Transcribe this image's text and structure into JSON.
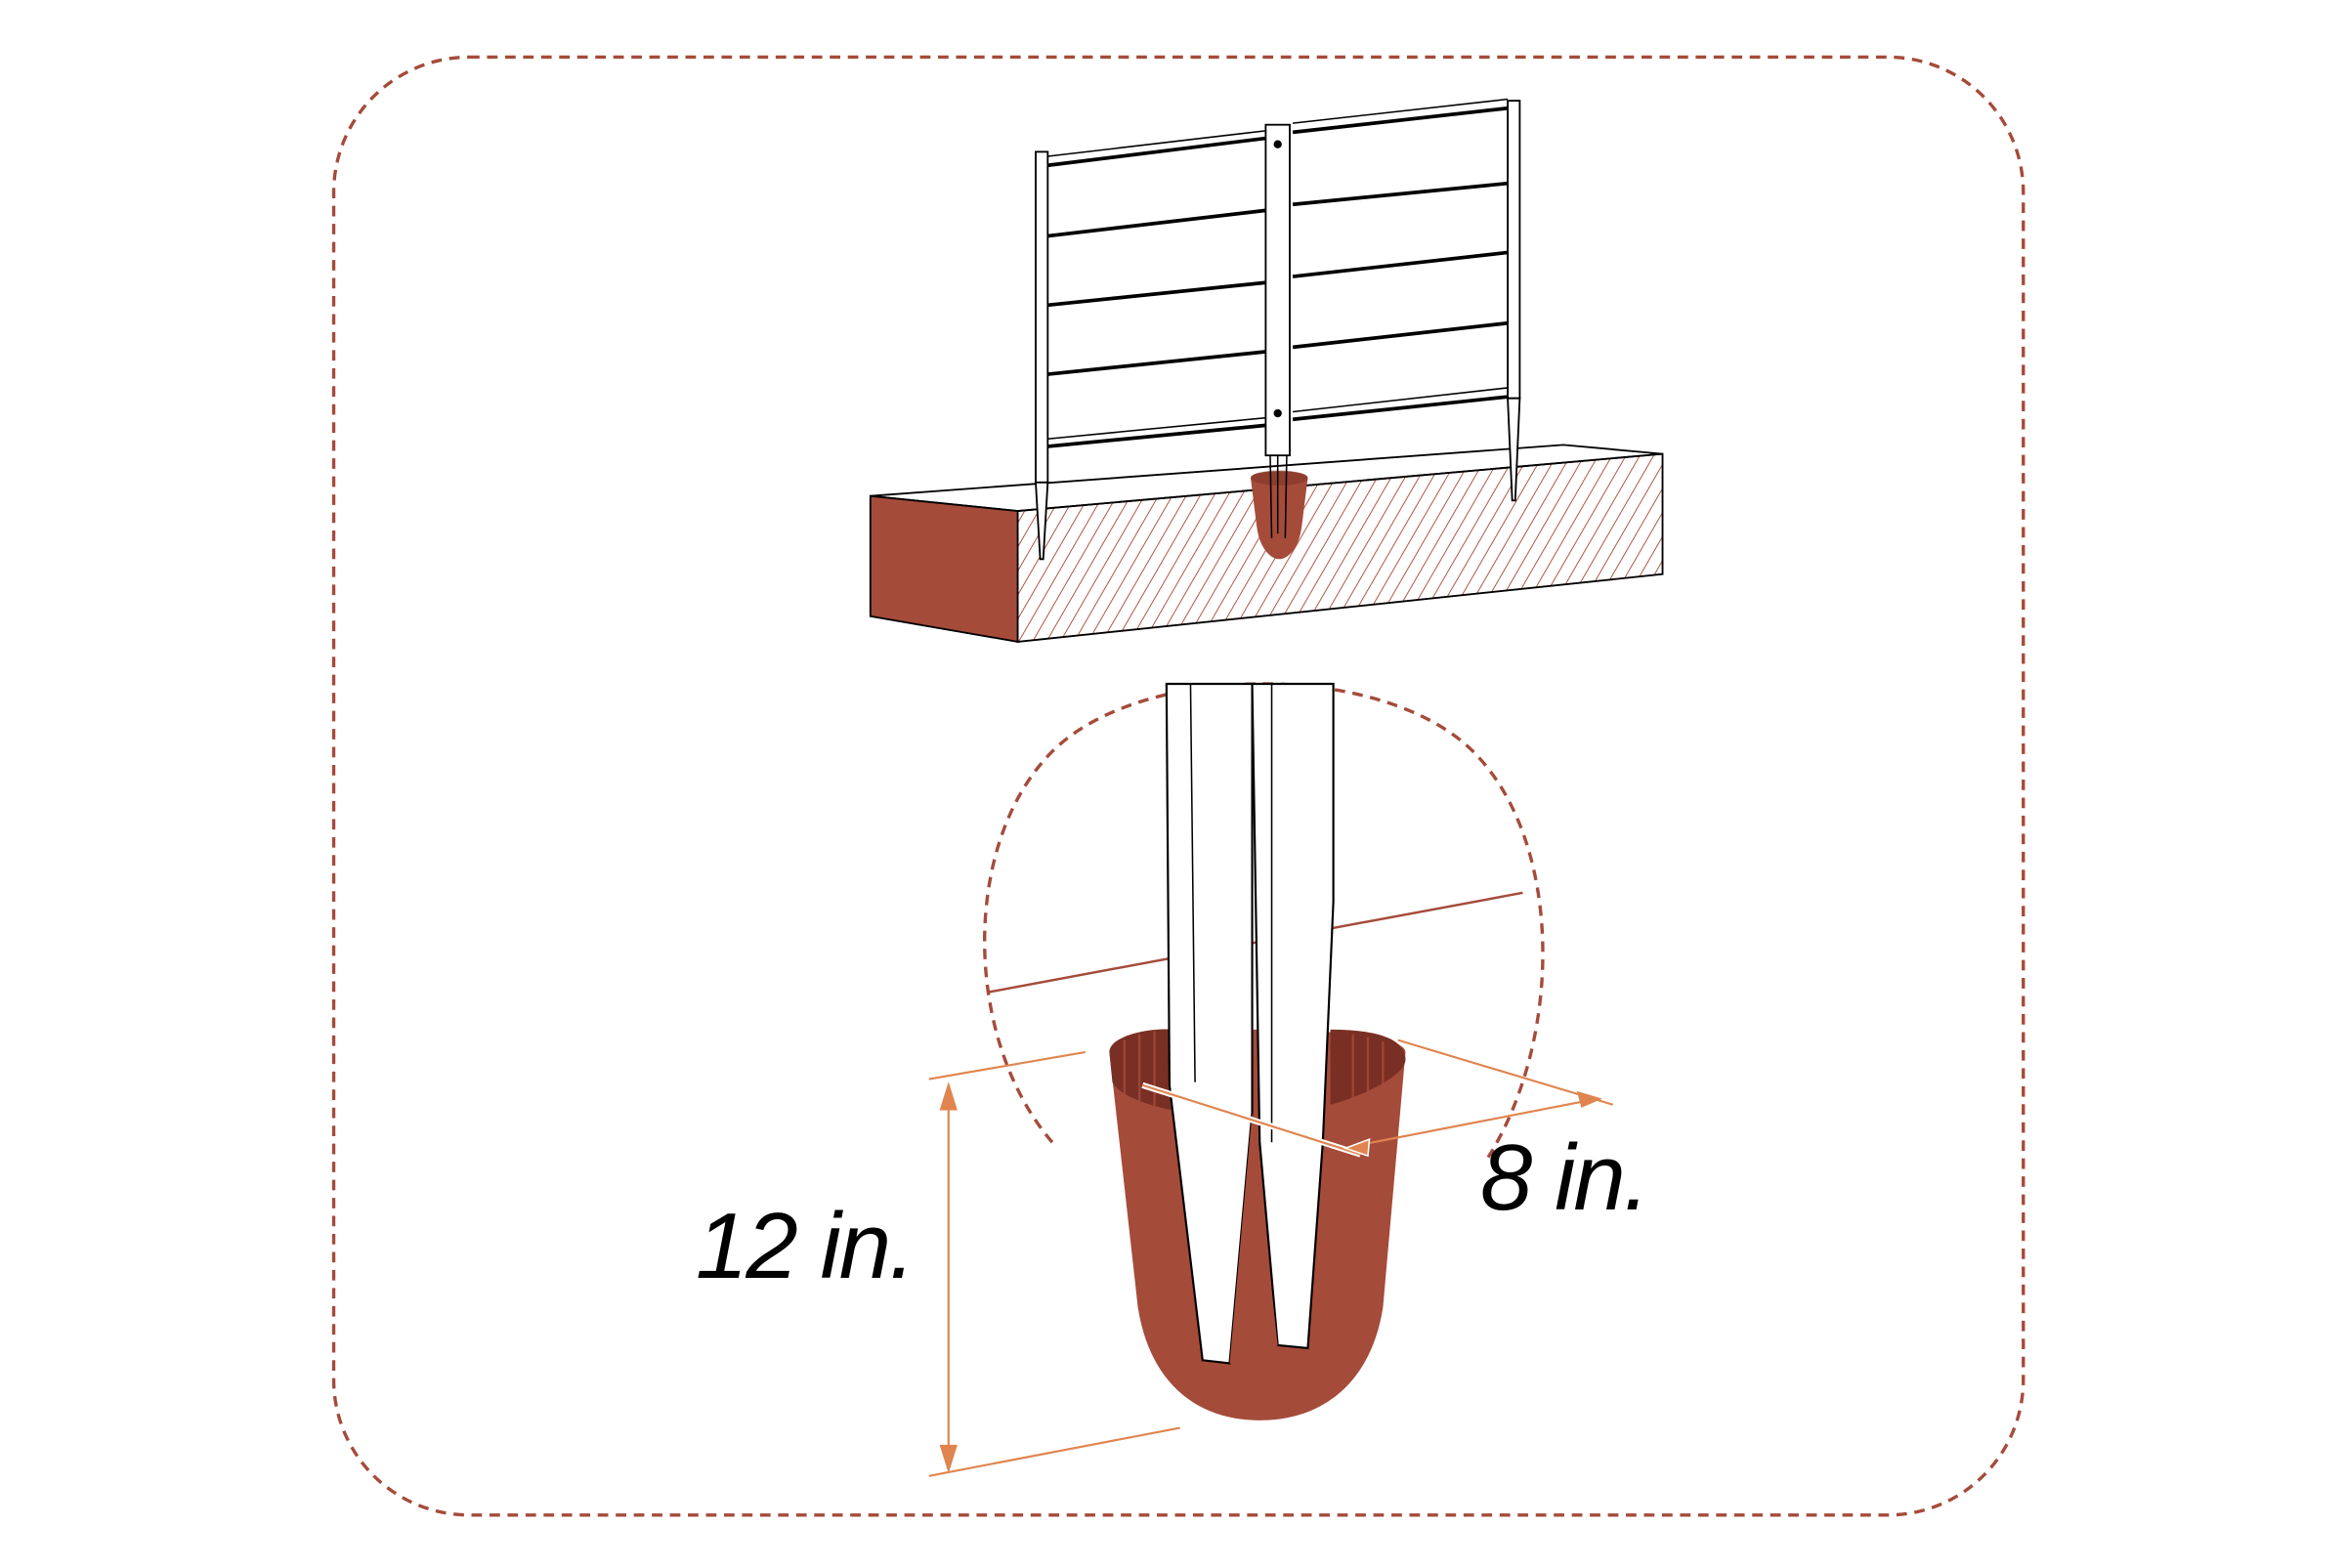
{
  "diagram": {
    "subject": "trellis-stake-in-planter-box",
    "colors": {
      "frame_dash": "#A54B3A",
      "soil": "#A54B3A",
      "soil_inner": "#7A2F24",
      "hatch": "#A54B3A",
      "dimension": "#E0854F",
      "outline": "#000000"
    },
    "dimensions": {
      "depth_label": "12 in.",
      "width_label": "8 in."
    }
  }
}
